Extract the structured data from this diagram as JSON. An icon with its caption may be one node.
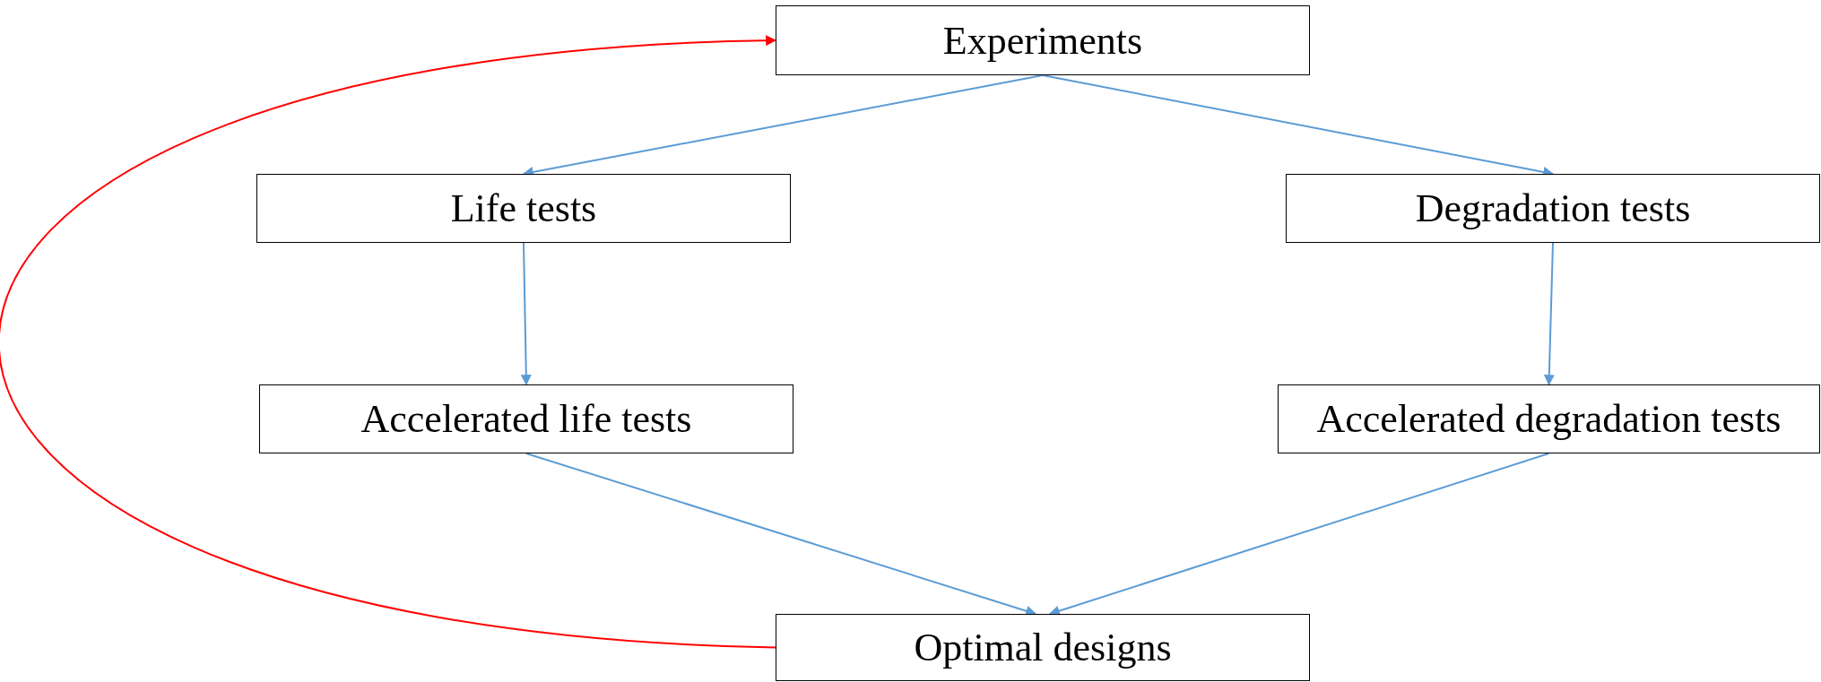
{
  "diagram": {
    "nodes": [
      {
        "text": [
          "Experiments"
        ]
      },
      {
        "text": [
          "Life tests"
        ]
      },
      {
        "text": [
          "Degradation tests"
        ]
      },
      {
        "text": [
          "Accelerated life tests"
        ]
      },
      {
        "text": [
          "Accelerated degradation tests"
        ]
      },
      {
        "text": [
          "Optimal designs"
        ]
      }
    ],
    "edges": [
      {
        "from": 0,
        "to": 1,
        "arrow": "to"
      },
      {
        "from": 0,
        "to": 2,
        "arrow": "to"
      },
      {
        "from": 1,
        "to": 3,
        "arrow": "to"
      },
      {
        "from": 2,
        "to": 4,
        "arrow": "to"
      },
      {
        "from": 3,
        "to": 5,
        "arrow": "to"
      },
      {
        "from": 4,
        "to": 5,
        "arrow": "to"
      },
      {
        "from": 5,
        "to": 0,
        "arrow": "to",
        "color": "#ff0000"
      }
    ]
  }
}
